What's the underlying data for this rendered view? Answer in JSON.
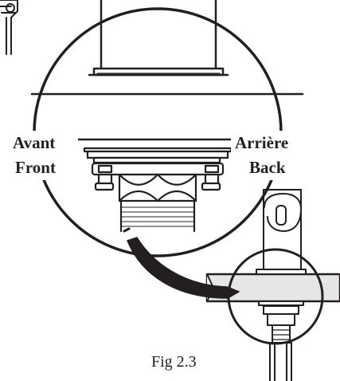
{
  "labels": {
    "front_fr": "Avant",
    "front_en": "Front",
    "back_fr": "Arrière",
    "back_en": "Back"
  },
  "caption": "Fig 2.3",
  "colors": {
    "ink": "#231f20",
    "panel_fill": "#e6e6e6",
    "paper": "#ffffff"
  }
}
